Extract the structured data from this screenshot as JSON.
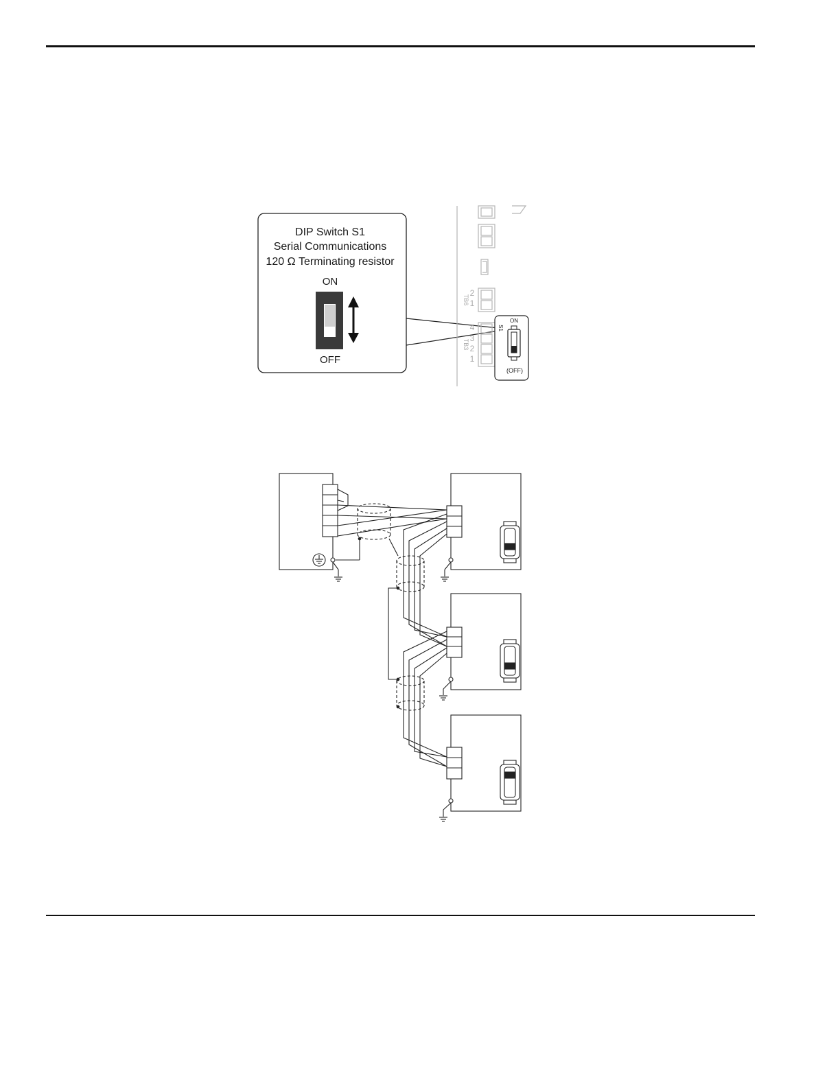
{
  "callout": {
    "title_line1": "DIP Switch S1",
    "title_line2": "Serial Communications",
    "title_line3": "120 Ω Terminating resistor",
    "on_label": "ON",
    "off_label": "OFF"
  },
  "board_detail": {
    "switch_id": "S1",
    "on_label": "ON",
    "off_label": "(OFF)",
    "tb6_label": "TB6",
    "tb6_pins": [
      "2",
      "1"
    ],
    "tb3_label": "TB3",
    "tb3_pins": [
      "4",
      "3",
      "2",
      "1"
    ]
  },
  "colors": {
    "line": "#111111",
    "switch_dark": "#3a3a3a",
    "switch_light": "#cfcfcf",
    "board_grey": "#b5b5b5"
  }
}
